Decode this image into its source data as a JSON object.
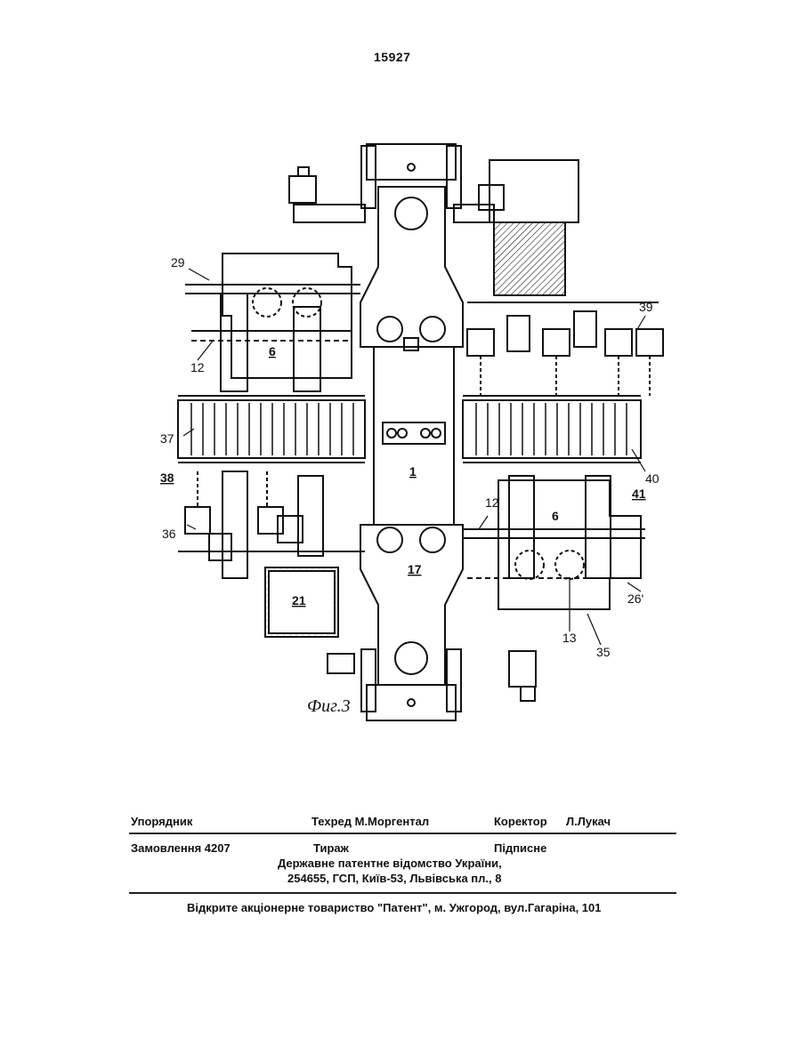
{
  "page": {
    "number": "15927"
  },
  "figure": {
    "caption": "Фиг.3",
    "labels": {
      "l29": "29",
      "l12a": "12",
      "l6a": "6",
      "l37": "37",
      "l38": "38",
      "l36": "36",
      "l21": "21",
      "l1": "1",
      "l17": "17",
      "l12b": "12",
      "l6b": "6",
      "l39": "39",
      "l40": "40",
      "l41": "41",
      "l26": "26'",
      "l13": "13",
      "l35": "35"
    }
  },
  "colophon": {
    "row1": {
      "compiler": "Упорядник",
      "techred": "Техред М.Моргентал",
      "corrector_label": "Коректор",
      "corrector_name": "Л.Лукач"
    },
    "row2": {
      "order": "Замовлення 4207",
      "circulation": "Тираж",
      "subscription": "Підписне"
    },
    "publisher_line1": "Державне патентне відомство України,",
    "publisher_line2": "254655, ГСП, Київ-53, Львівська пл., 8",
    "printer": "Відкрите акціонерне товариство \"Патент\", м. Ужгород, вул.Гагаріна, 101"
  }
}
